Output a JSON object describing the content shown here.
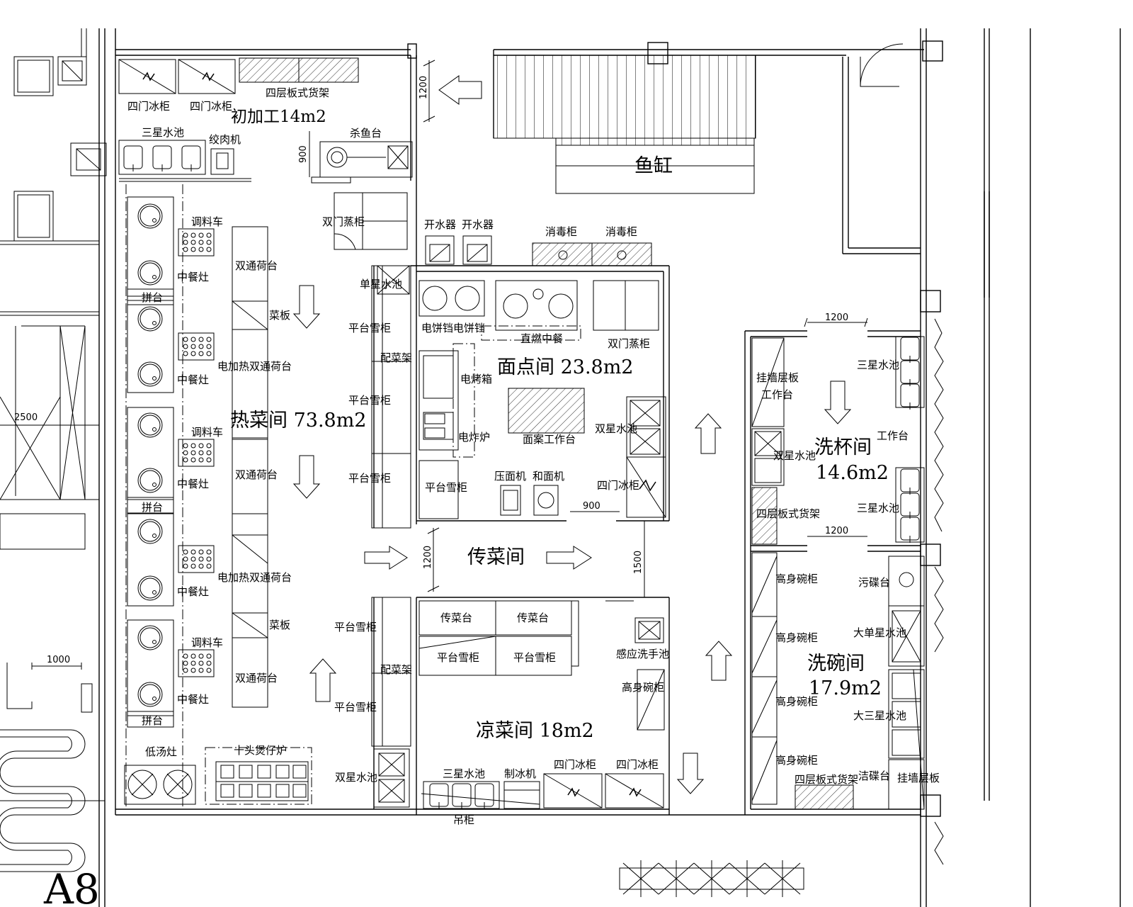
{
  "rooms": {
    "prep": "初加工14m2",
    "hot_kitchen": "热菜间 73.8m2",
    "pastry": "面点间 23.8m2",
    "serving": "传菜间",
    "cold_dishes": "凉菜间 18m2",
    "cup_wash_name": "洗杯间",
    "cup_wash_area": "14.6m2",
    "dish_wash_name": "洗碗间",
    "dish_wash_area": "17.9m2",
    "fish_tank": "鱼缸"
  },
  "equipment": {
    "four_door_fridge": "四门冰柜",
    "four_tier_shelf": "四层板式货架",
    "triple_sink": "三星水池",
    "meat_grinder": "绞肉机",
    "fish_station": "杀鱼台",
    "double_steamer": "双门蒸柜",
    "seasoning_cart": "调料车",
    "chinese_stove": "中餐灶",
    "plating": "拼台",
    "double_pass_table": "双通荷台",
    "heated_pass_table": "电加热双通荷台",
    "cutting_board": "菜板",
    "single_sink": "单星水池",
    "counter_freezer": "平台雪柜",
    "prep_rack": "配菜架",
    "water_boiler": "开水器",
    "sterilizer": "消毒柜",
    "pancake_pan": "电饼铛",
    "direct_fire_stove": "直燃中餐",
    "electric_oven": "电烤箱",
    "electric_fryer": "电炸炉",
    "dough_table": "面案工作台",
    "double_sink": "双星水池",
    "dough_press": "压面机",
    "dough_mixer": "和面机",
    "low_stove": "低汤灶",
    "ten_burner": "十头煲仔炉",
    "serving_table": "传菜台",
    "sensor_sink": "感应洗手池",
    "tall_cabinet": "高身碗柜",
    "ice_machine": "制冰机",
    "hanging_cabinet": "吊柜",
    "wall_shelf_table": "挂墙层板工作台",
    "work_table": "工作台",
    "dirty_dish_table": "污碟台",
    "large_single_sink": "大单星水池",
    "large_triple_sink": "大三星水池",
    "clean_dish_table": "洁碟台",
    "wall_shelf": "挂墙层板"
  },
  "dimensions": {
    "d1200": "1200",
    "d900": "900",
    "d1500": "1500",
    "d2500": "2500",
    "d1000": "1000"
  },
  "sheet_label": "A8"
}
